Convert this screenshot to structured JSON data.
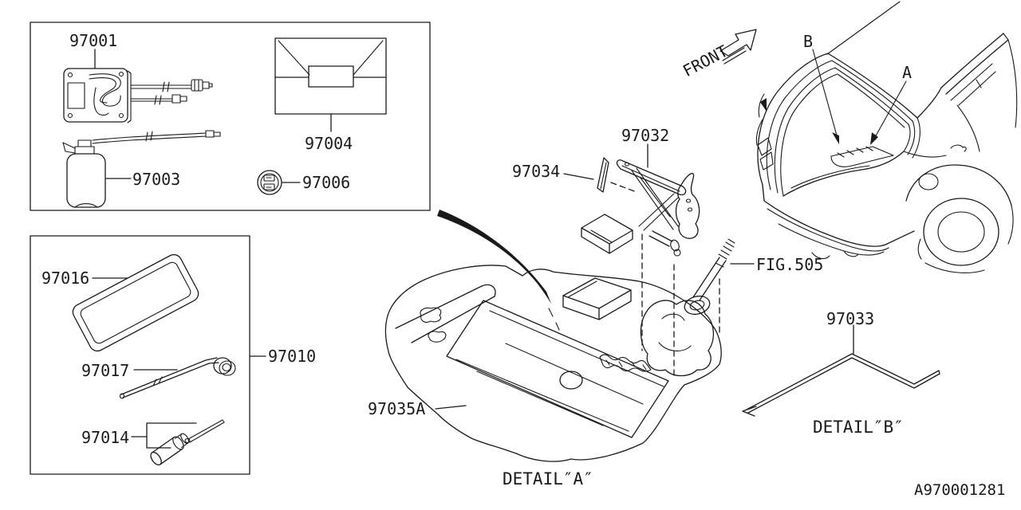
{
  "diagram": {
    "id": "A970001281",
    "front_label": "FRONT",
    "detail_a_caption": "DETAIL″A″",
    "detail_b_caption": "DETAIL″B″",
    "ref_a": "A",
    "ref_b": "B",
    "fig_ref": "FIG.505"
  },
  "parts": {
    "p97001": "97001",
    "p97003": "97003",
    "p97004": "97004",
    "p97006": "97006",
    "p97010": "97010",
    "p97014": "97014",
    "p97016": "97016",
    "p97017": "97017",
    "p97032": "97032",
    "p97033": "97033",
    "p97034": "97034",
    "p97035a": "97035A"
  },
  "colors": {
    "line": "#1a1a1a",
    "background": "#ffffff"
  }
}
